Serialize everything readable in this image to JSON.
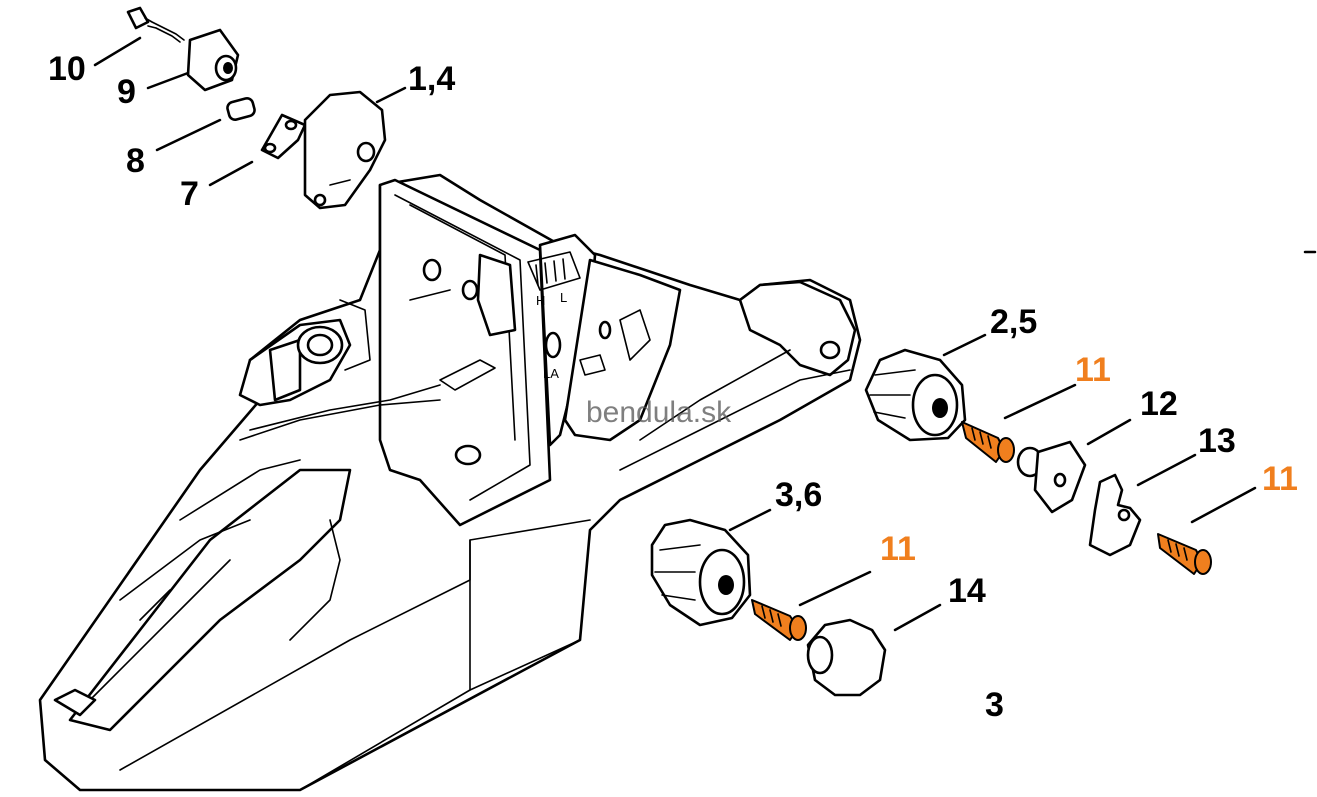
{
  "colors": {
    "outline": "#000000",
    "highlight": "#f07f1e",
    "label_default": "#000000",
    "label_highlight": "#f07f1e",
    "background": "#ffffff"
  },
  "labels": {
    "p10": "10",
    "p9": "9",
    "p14_top": "1,4",
    "p8": "8",
    "p7": "7",
    "p25": "2,5",
    "p11_a": "11",
    "p12": "12",
    "p13": "13",
    "p11_b": "11",
    "p36": "3,6",
    "p11_c": "11",
    "p14": "14",
    "p3": "3"
  },
  "handle_marks": {
    "h": "H",
    "l": "L",
    "la": "LA"
  },
  "watermark": "bendula.sk"
}
